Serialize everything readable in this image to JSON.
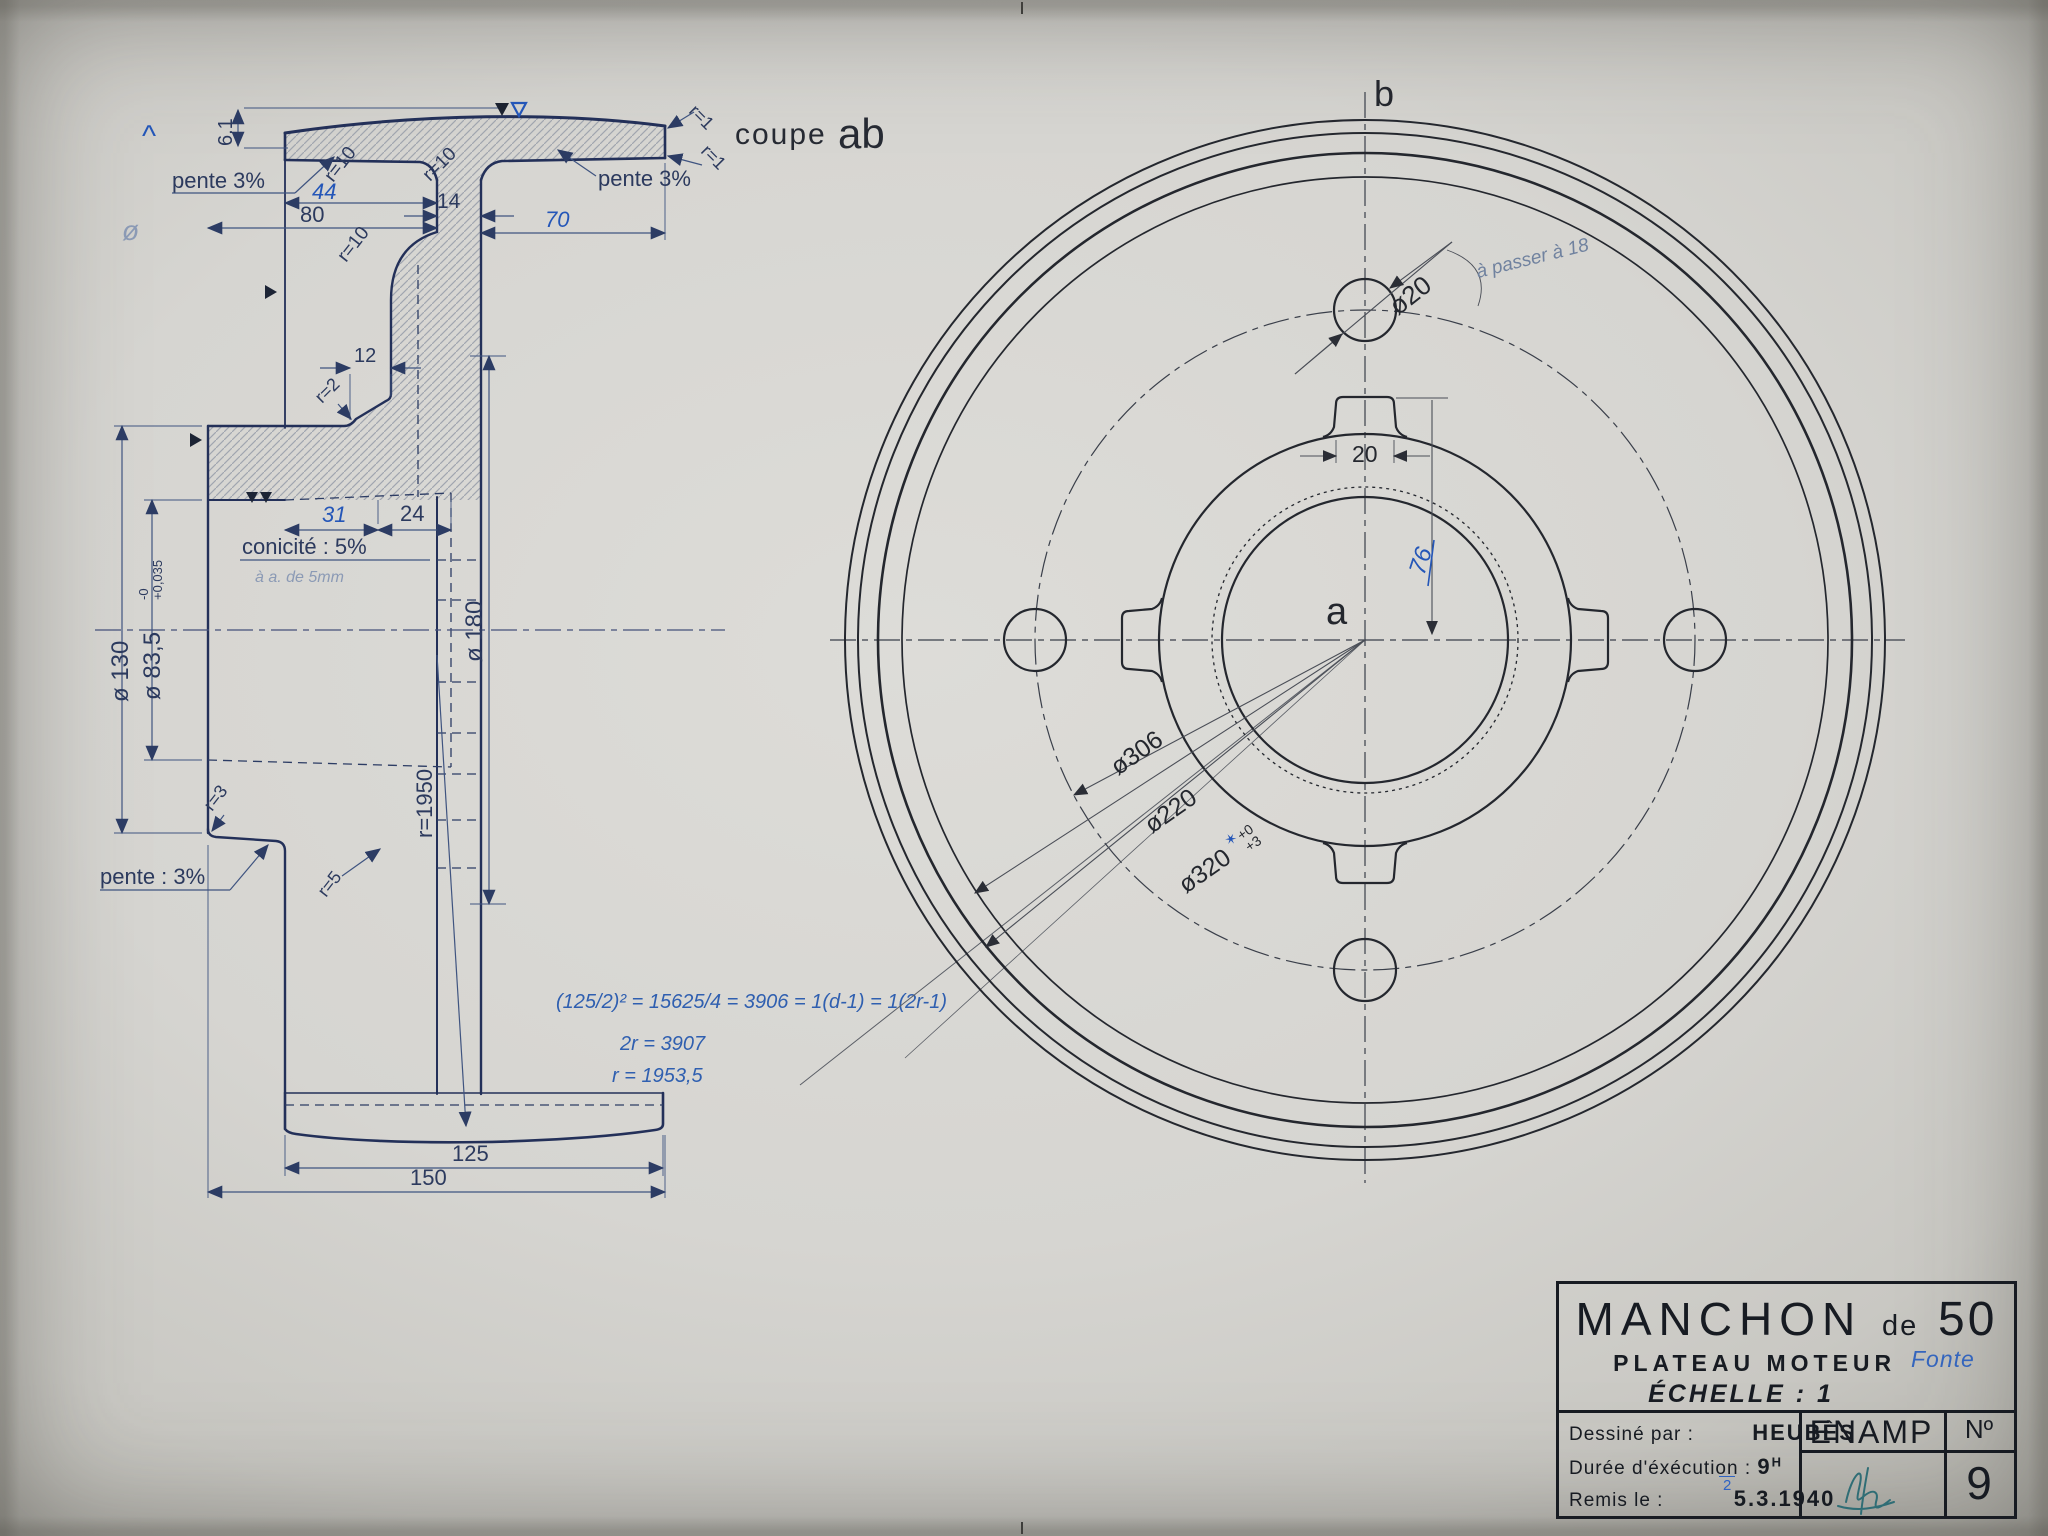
{
  "sheet": {
    "coupe": "coupe",
    "coupe_ab": "ab"
  },
  "section": {
    "pente_top_left": "pente 3%",
    "pente_top_right": "pente 3%",
    "pente_bottom": "pente : 3%",
    "conicite": "conicité : 5%",
    "hub_pencil_note": "à a. de 5mm",
    "r1_a": "r=1",
    "r1_b": "r=1",
    "r10": "r=10",
    "r2": "r=2",
    "r3": "r=3",
    "r5": "r=5",
    "radius_big": "r=1950",
    "d6": "6.1",
    "d44": "44",
    "d80": "80",
    "d14": "14",
    "d70": "70",
    "d12": "12",
    "d31": "31",
    "d24": "24",
    "d125": "125",
    "d150": "150",
    "dia130": "ø 130",
    "dia83": "ø 83,5",
    "dia83_tol_up": "-0",
    "dia83_tol_dn": "+0,035",
    "dia180": "ø 180",
    "caret_mark": "^",
    "phi_mark": "ø",
    "formula_1": "(125/2)² = 15625/4 = 3906 = 1(d-1) = 1(2r-1)",
    "formula_2": "2r = 3907",
    "formula_3": "r = 1953,5"
  },
  "front": {
    "label_a": "a",
    "label_b": "b",
    "dia20": "ø20",
    "hole_note": "à passer à 18",
    "d20": "20",
    "d76": "76",
    "dia306": "ø306",
    "dia220": "ø220",
    "dia320": "ø320",
    "dia320_star": "✶",
    "dia320_tol_up": "+0",
    "dia320_tol_dn": "+3"
  },
  "title_block": {
    "title_main": "MANCHON",
    "title_de": "de",
    "title_size": "50",
    "subtitle": "PLATEAU MOTEUR",
    "material": "Fonte",
    "scale": "ÉCHELLE : 1",
    "drawn_label": "Dessiné par :",
    "drawn_value": "HEUBÈS",
    "duration_label": "Durée d'éxécution :",
    "duration_value": "9",
    "duration_unit": "H",
    "duration_denom": "2",
    "date_label": "Remis le :",
    "date_value": "5.3.1940",
    "org": "ENAMP",
    "number_label": "Nº",
    "number_value": "9"
  },
  "colors": {
    "ink_blue": "#2c3a5e",
    "ink_black": "#24272e",
    "hand_blue": "#2456b8"
  }
}
